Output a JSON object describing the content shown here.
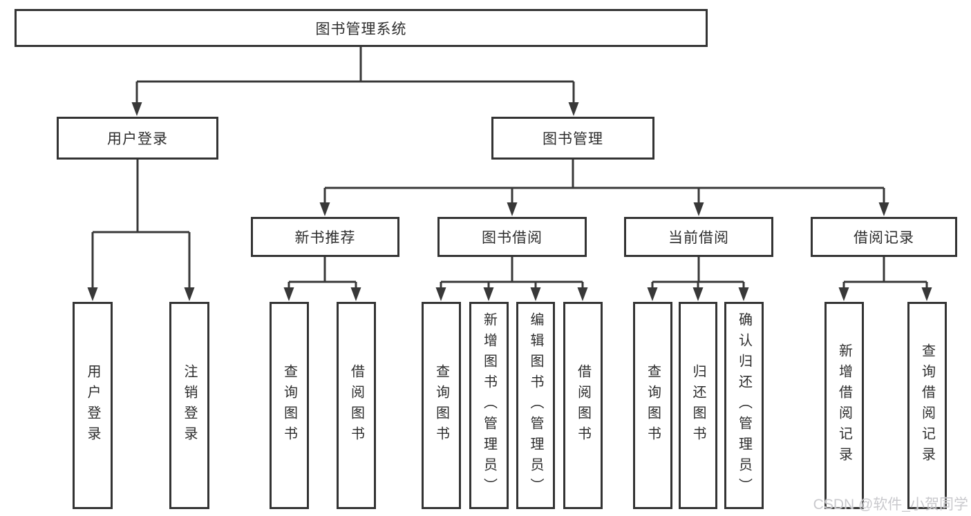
{
  "diagram": {
    "root": {
      "label": "图书管理系统"
    },
    "user_login": {
      "label": "用户登录",
      "children": [
        {
          "label": "用户登录"
        },
        {
          "label": "注销登录"
        }
      ]
    },
    "book_mgmt": {
      "label": "图书管理",
      "new_book_rec": {
        "label": "新书推荐",
        "children": [
          {
            "label": "查询图书"
          },
          {
            "label": "借阅图书"
          }
        ]
      },
      "book_borrow": {
        "label": "图书借阅",
        "children": [
          {
            "label": "查询图书"
          },
          {
            "label": "新增图书（管理员）"
          },
          {
            "label": "编辑图书（管理员）"
          },
          {
            "label": "借阅图书"
          }
        ]
      },
      "current_borrow": {
        "label": "当前借阅",
        "children": [
          {
            "label": "查询图书"
          },
          {
            "label": "归还图书"
          },
          {
            "label": "确认归还（管理员）"
          }
        ]
      },
      "borrow_record": {
        "label": "借阅记录",
        "children": [
          {
            "label": "新增借阅记录"
          },
          {
            "label": "查询借阅记录"
          }
        ]
      }
    }
  },
  "watermark": {
    "text": "CSDN @软件_小贺同学"
  },
  "colors": {
    "line": "#383838",
    "box_border": "#333333",
    "text": "#2d2d2d",
    "watermark": "#c9c9cd",
    "background": "#ffffff"
  }
}
